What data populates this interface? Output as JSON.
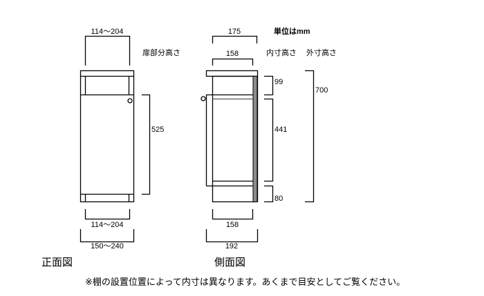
{
  "unit_label": "単位はmm",
  "front_view": {
    "title": "正面図",
    "door_height_label": "扉部分高さ",
    "top_inner_width": "114～204",
    "door_height": "525",
    "bottom_inner_width": "114～204",
    "outer_width": "150～240"
  },
  "side_view": {
    "title": "側面図",
    "inner_height_label": "内寸高さ",
    "outer_height_label": "外寸高さ",
    "top_outer_depth": "175",
    "top_inner_depth": "158",
    "upper_inner_height": "99",
    "middle_inner_height": "441",
    "lower_inner_height": "80",
    "outer_height": "700",
    "bottom_inner_depth": "158",
    "outer_depth": "192"
  },
  "note": "※棚の設置位置によって内寸は異なります。あくまで目安としてご覧ください。",
  "colors": {
    "line": "#000000",
    "back_panel": "#8c8c8c"
  }
}
